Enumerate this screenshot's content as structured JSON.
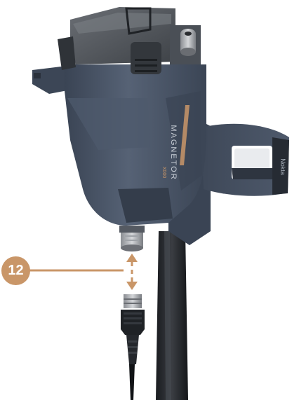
{
  "callout": {
    "number": "12",
    "color": "#c99668"
  },
  "device": {
    "brand_text": "MAGNETOR",
    "model_text": "X000",
    "strap_text": "Nokta",
    "body_color": "#4a5667",
    "accent_color": "#c99668"
  }
}
